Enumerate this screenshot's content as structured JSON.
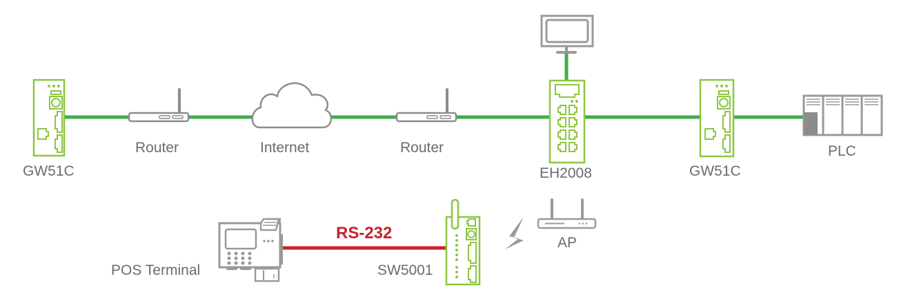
{
  "diagram": {
    "colors": {
      "ethernet_link": "#3fae49",
      "serial_link": "#c8232c",
      "device_green": "#8cc63f",
      "device_gray": "#8c8c8c",
      "label_text": "#6b6b6b"
    },
    "nodes": [
      {
        "id": "gw51c-left",
        "label": "GW51C",
        "type": "gateway"
      },
      {
        "id": "router-left",
        "label": "Router",
        "type": "router"
      },
      {
        "id": "internet",
        "label": "Internet",
        "type": "cloud"
      },
      {
        "id": "router-right",
        "label": "Router",
        "type": "router"
      },
      {
        "id": "monitor",
        "label": "",
        "type": "monitor"
      },
      {
        "id": "eh2008",
        "label": "EH2008",
        "type": "switch"
      },
      {
        "id": "gw51c-right",
        "label": "GW51C",
        "type": "gateway"
      },
      {
        "id": "plc",
        "label": "PLC",
        "type": "plc"
      },
      {
        "id": "pos-terminal",
        "label": "POS Terminal",
        "type": "pos"
      },
      {
        "id": "sw5001",
        "label": "SW5001",
        "type": "serial-server"
      },
      {
        "id": "ap",
        "label": "AP",
        "type": "access-point"
      }
    ],
    "links": [
      {
        "from": "gw51c-left",
        "to": "router-left",
        "type": "ethernet"
      },
      {
        "from": "router-left",
        "to": "internet",
        "type": "ethernet"
      },
      {
        "from": "internet",
        "to": "router-right",
        "type": "ethernet"
      },
      {
        "from": "router-right",
        "to": "eh2008",
        "type": "ethernet"
      },
      {
        "from": "monitor",
        "to": "eh2008",
        "type": "ethernet"
      },
      {
        "from": "eh2008",
        "to": "gw51c-right",
        "type": "ethernet"
      },
      {
        "from": "gw51c-right",
        "to": "plc",
        "type": "ethernet"
      },
      {
        "from": "pos-terminal",
        "to": "sw5001",
        "type": "serial",
        "label": "RS-232"
      },
      {
        "from": "sw5001",
        "to": "ap",
        "type": "wireless"
      }
    ],
    "labels": {
      "gw51c_left": "GW51C",
      "router_left": "Router",
      "internet": "Internet",
      "router_right": "Router",
      "eh2008": "EH2008",
      "gw51c_right": "GW51C",
      "plc": "PLC",
      "pos_terminal": "POS Terminal",
      "rs232": "RS-232",
      "sw5001": "SW5001",
      "ap": "AP"
    }
  }
}
